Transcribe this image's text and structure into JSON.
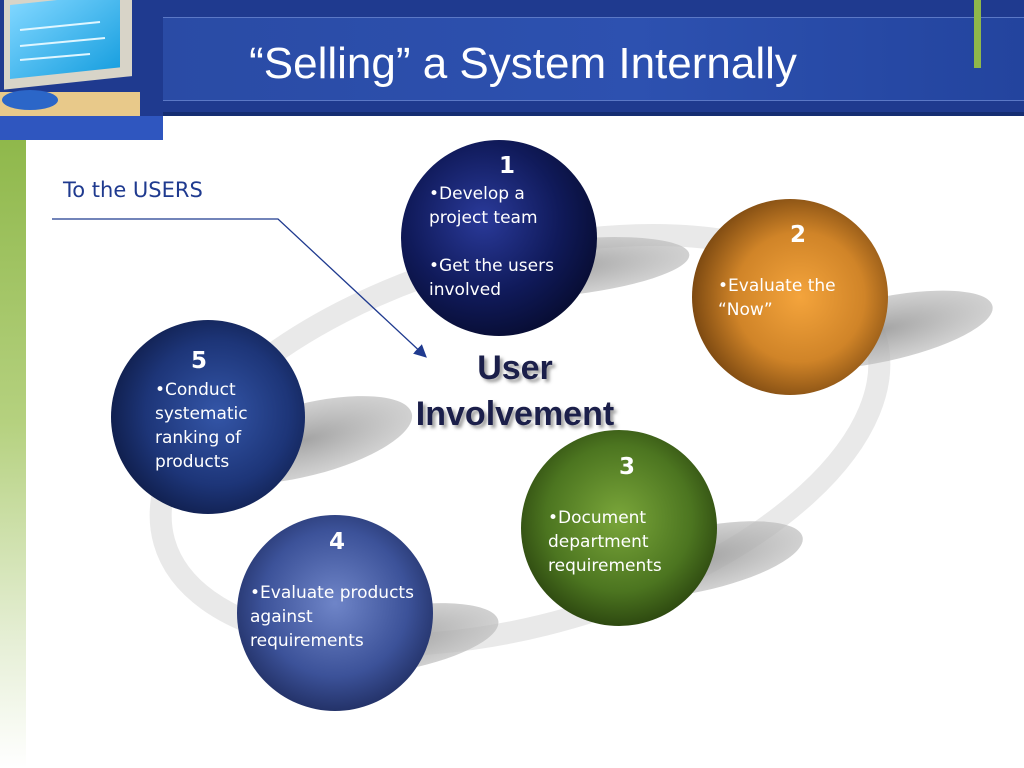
{
  "title": "“Selling” a System Internally",
  "annotation": "To the USERS",
  "center_label_line1": "User",
  "center_label_line2": "Involvement",
  "steps": [
    {
      "number": "1",
      "bullets": [
        "•Develop a project team",
        "•Get the users involved"
      ],
      "color": "#141f5e"
    },
    {
      "number": "2",
      "bullets": [
        "•Evaluate the “Now”"
      ],
      "color": "#c8801f"
    },
    {
      "number": "3",
      "bullets": [
        "•Document department requirements"
      ],
      "color": "#4f7a1e"
    },
    {
      "number": "4",
      "bullets": [
        "•Evaluate products against requirements"
      ],
      "color": "#3a5196"
    },
    {
      "number": "5",
      "bullets": [
        "•Conduct systematic ranking of products"
      ],
      "color": "#1f3a80"
    }
  ],
  "colors": {
    "header": "#1f3a8f",
    "accent_green": "#8fb84b",
    "annotation_text": "#1f3a8f"
  }
}
